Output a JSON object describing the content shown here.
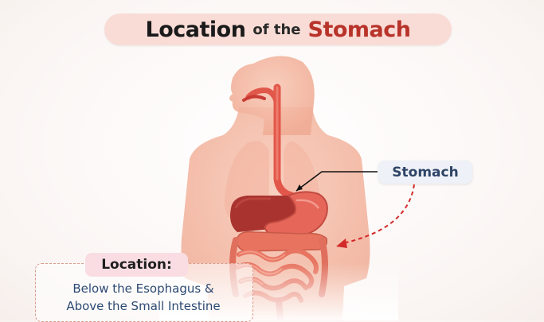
{
  "title": {
    "part1": "Location",
    "part2": "of the",
    "part3": "Stomach"
  },
  "callout": {
    "label": "Stomach"
  },
  "location_box": {
    "heading": "Location:",
    "line1": "Below the Esophagus &",
    "line2": "Above the Small Intestine"
  },
  "colors": {
    "accent_red": "#b8332a",
    "title_bg": "#f9dcd6",
    "label_blue": "#2d4466"
  }
}
